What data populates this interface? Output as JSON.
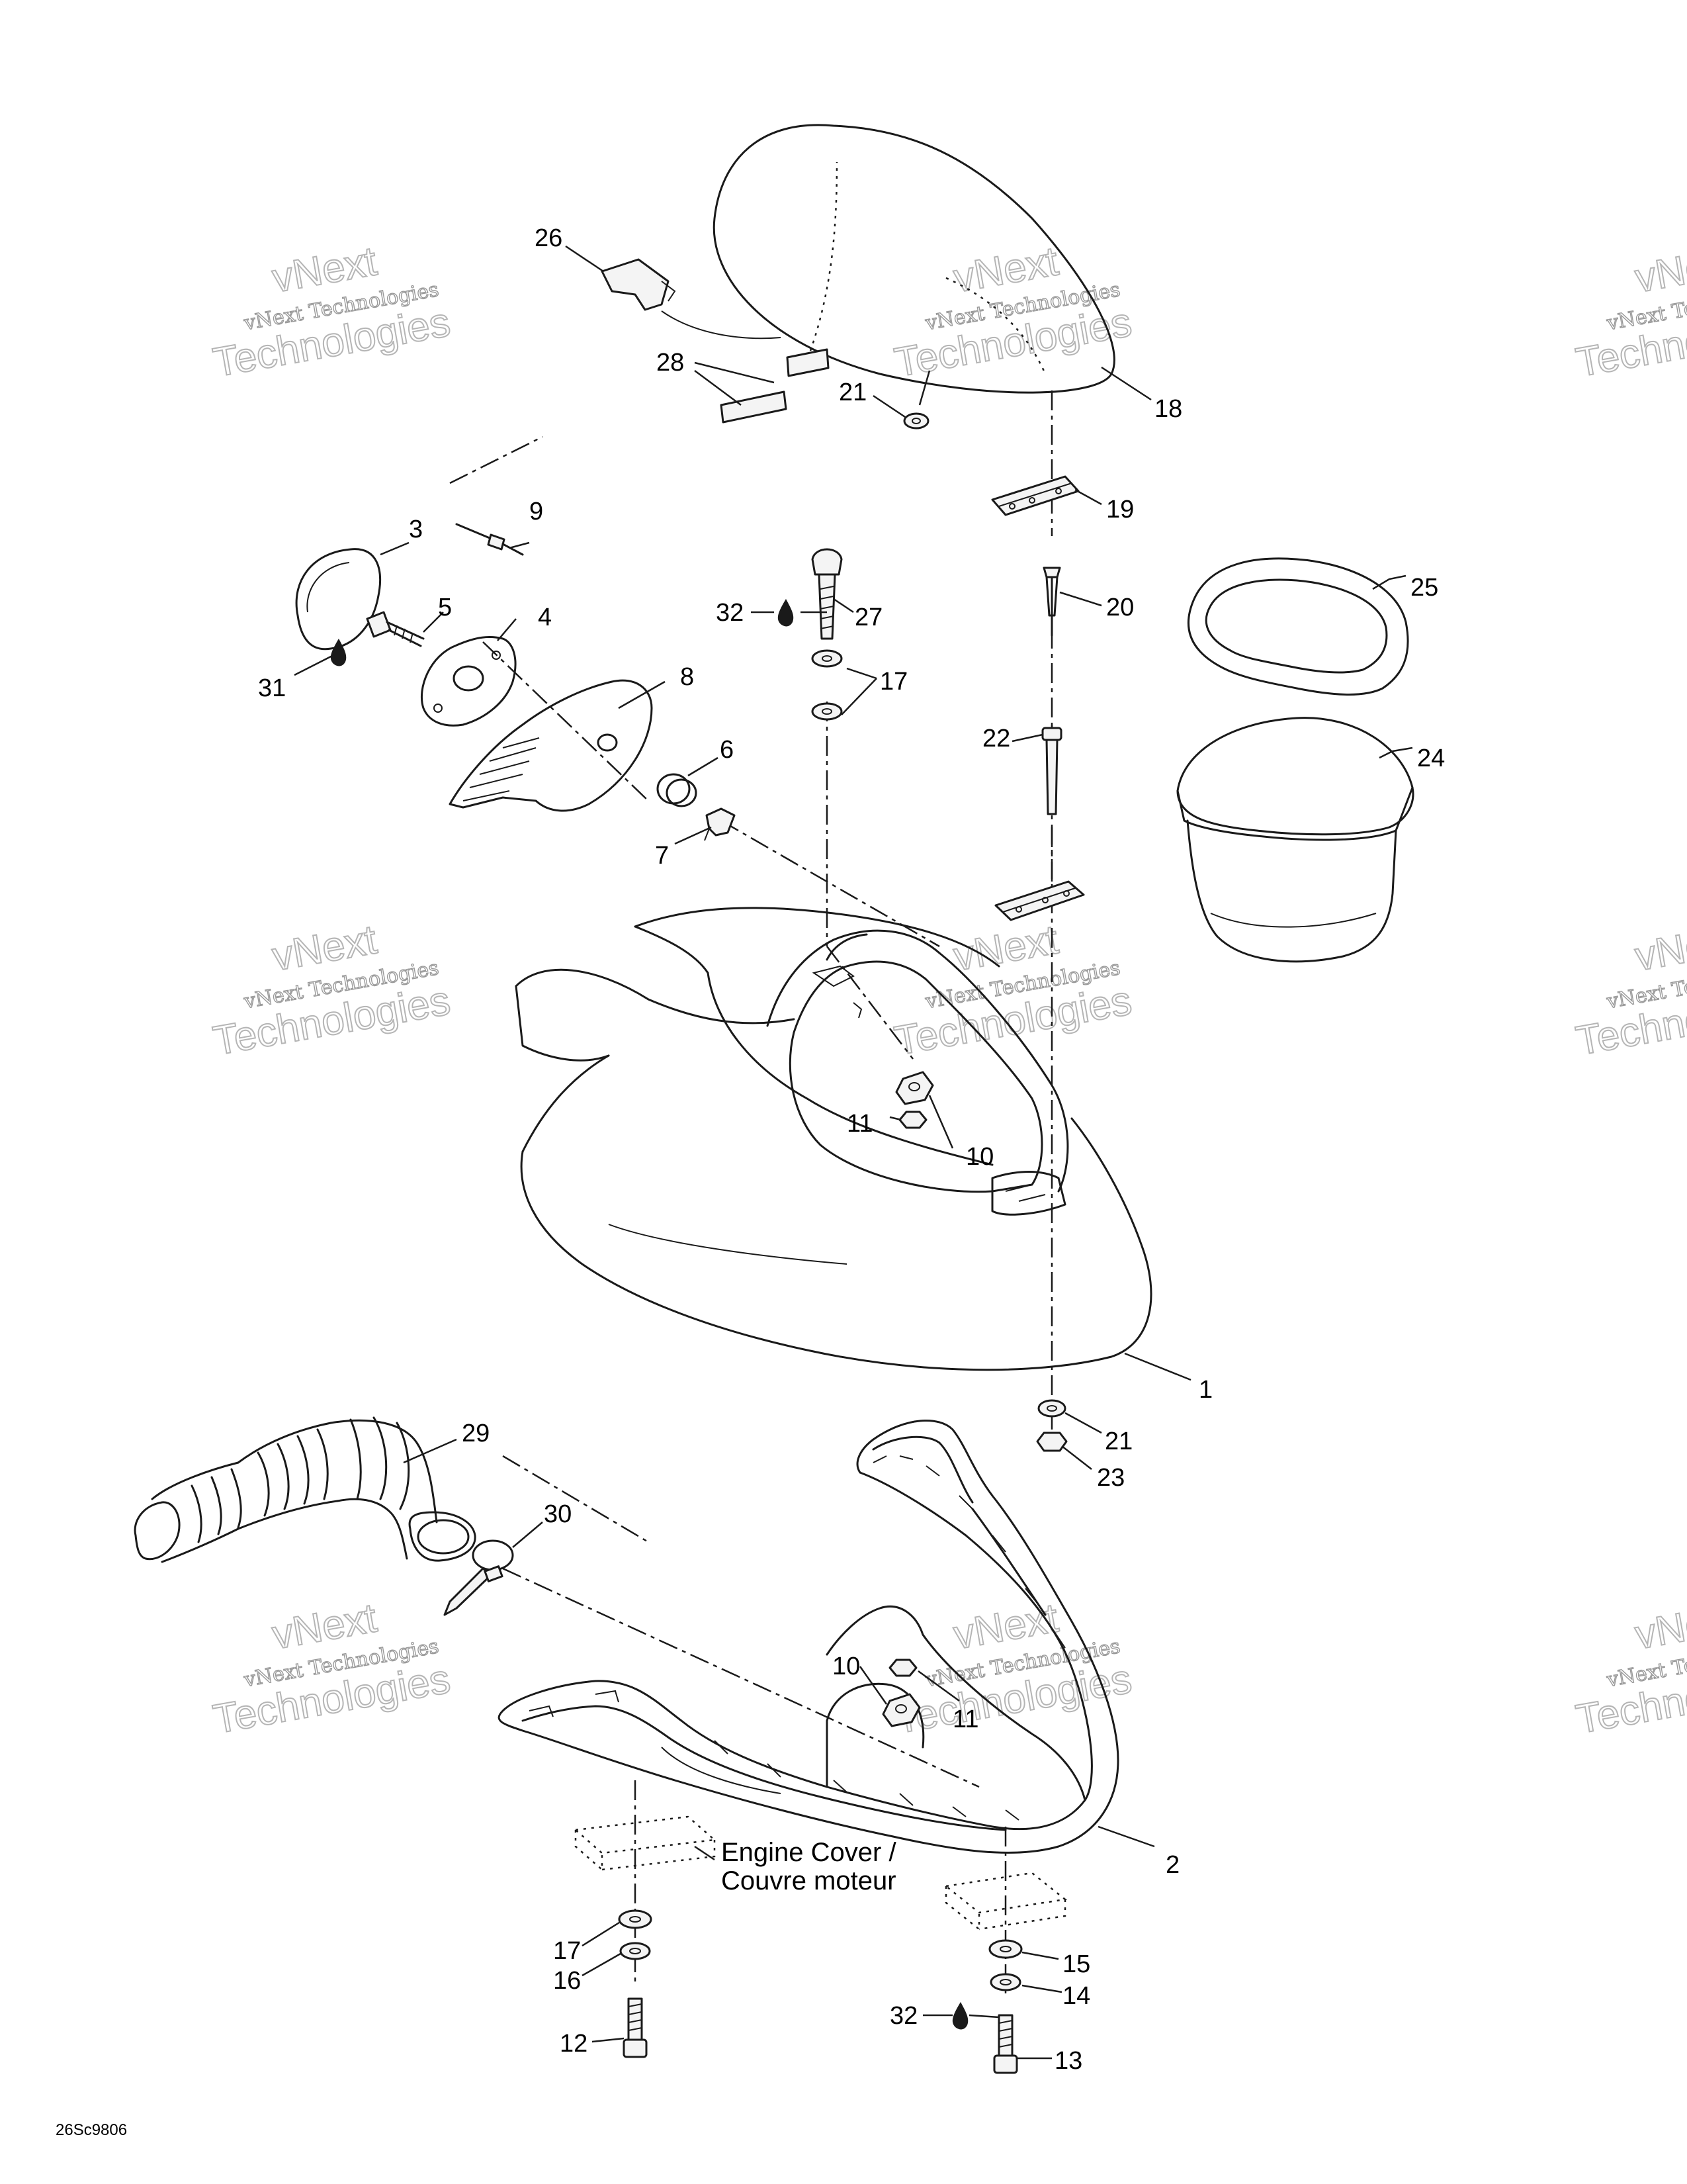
{
  "watermark": {
    "line1": "vNext Technologies",
    "line2": "vNext",
    "line3": "Technologies"
  },
  "callouts": {
    "c1": "1",
    "c2": "2",
    "c3": "3",
    "c4": "4",
    "c5": "5",
    "c6": "6",
    "c7": "7",
    "c8": "8",
    "c9": "9",
    "c10a": "10",
    "c10b": "10",
    "c11a": "11",
    "c11b": "11",
    "c12": "12",
    "c13": "13",
    "c14": "14",
    "c15": "15",
    "c16": "16",
    "c17a": "17",
    "c17b": "17",
    "c18": "18",
    "c19": "19",
    "c20": "20",
    "c21a": "21",
    "c21b": "21",
    "c22": "22",
    "c23": "23",
    "c24": "24",
    "c25": "25",
    "c26": "26",
    "c27": "27",
    "c28": "28",
    "c29": "29",
    "c30": "30",
    "c31": "31",
    "c32a": "32",
    "c32b": "32"
  },
  "engine_cover_note": {
    "line1": "Engine Cover /",
    "line2": "Couvre moteur"
  },
  "drawing_code": "26Sc9806"
}
